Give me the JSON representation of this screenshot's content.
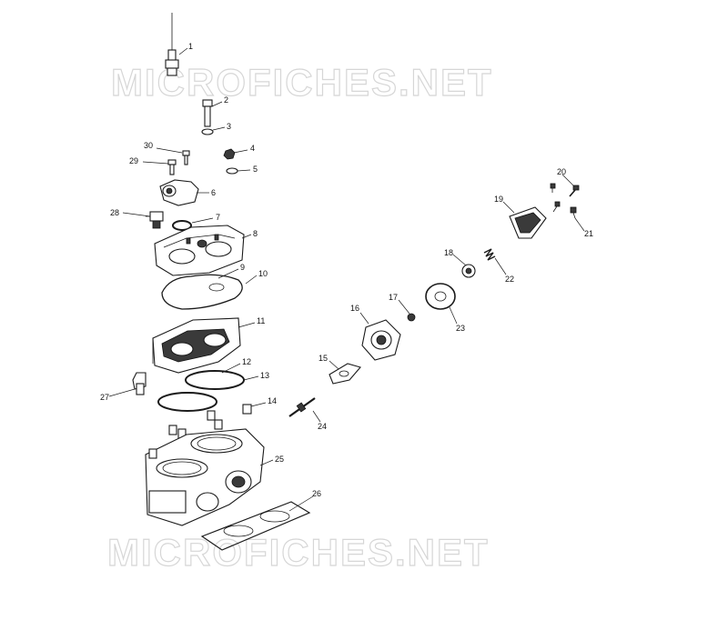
{
  "watermark": {
    "text": "MICROFICHES.NET"
  },
  "callouts": [
    {
      "id": "c1",
      "label": "1"
    },
    {
      "id": "c2",
      "label": "2"
    },
    {
      "id": "c3",
      "label": "3"
    },
    {
      "id": "c4",
      "label": "4"
    },
    {
      "id": "c5",
      "label": "5"
    },
    {
      "id": "c6",
      "label": "6"
    },
    {
      "id": "c7",
      "label": "7"
    },
    {
      "id": "c8",
      "label": "8"
    },
    {
      "id": "c9",
      "label": "9"
    },
    {
      "id": "c10",
      "label": "10"
    },
    {
      "id": "c11",
      "label": "11"
    },
    {
      "id": "c12",
      "label": "12"
    },
    {
      "id": "c13",
      "label": "13"
    },
    {
      "id": "c14",
      "label": "14"
    },
    {
      "id": "c15",
      "label": "15"
    },
    {
      "id": "c16",
      "label": "16"
    },
    {
      "id": "c17",
      "label": "17"
    },
    {
      "id": "c18",
      "label": "18"
    },
    {
      "id": "c19",
      "label": "19"
    },
    {
      "id": "c20",
      "label": "20"
    },
    {
      "id": "c21",
      "label": "21"
    },
    {
      "id": "c22",
      "label": "22"
    },
    {
      "id": "c23",
      "label": "23"
    },
    {
      "id": "c24",
      "label": "24"
    },
    {
      "id": "c25",
      "label": "25"
    },
    {
      "id": "c26",
      "label": "26"
    },
    {
      "id": "c27",
      "label": "27"
    },
    {
      "id": "c28",
      "label": "28"
    },
    {
      "id": "c29",
      "label": "29"
    },
    {
      "id": "c30",
      "label": "30"
    }
  ]
}
